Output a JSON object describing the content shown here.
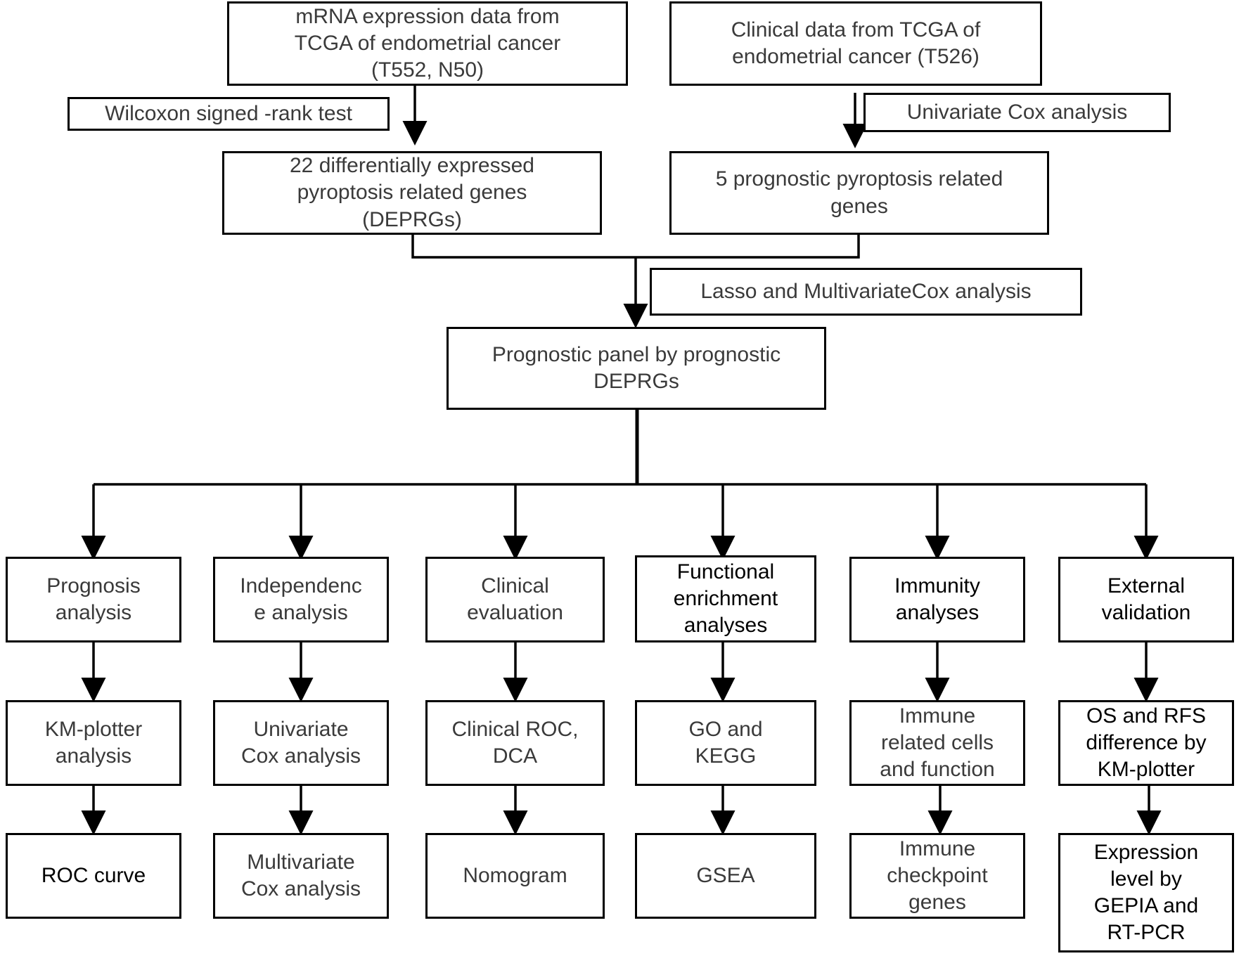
{
  "top": {
    "mrna_source": "mRNA expression  data from\nTCGA of endometrial cancer\n(T552, N50)",
    "clinical_source": "Clinical data from TCGA of\nendometrial cancer (T526)"
  },
  "methods": {
    "wilcoxon": "Wilcoxon signed -rank test",
    "univariate_cox": "Univariate Cox analysis",
    "lasso": "Lasso and MultivariateCox  analysis"
  },
  "results": {
    "deprgs": "22 differentially expressed\npyroptosis  related genes\n(DEPRGs)",
    "prognostic_genes": "5 prognostic  pyroptosis  related\ngenes",
    "panel": "Prognostic panel by prognostic\nDEPRGs"
  },
  "branches": [
    {
      "name": "prognosis",
      "level1": "Prognosis\nanalysis",
      "level2": "KM-plotter\nanalysis",
      "level3": "ROC curve"
    },
    {
      "name": "independence",
      "level1": "Independenc\ne analysis",
      "level2": "Univariate\nCox analysis",
      "level3": "Multivariate\nCox analysis"
    },
    {
      "name": "clinical",
      "level1": "Clinical\nevaluation",
      "level2": "Clinical ROC,\nDCA",
      "level3": "Nomogram"
    },
    {
      "name": "functional",
      "level1": "Functional\nenrichment\nanalyses",
      "level2": "GO and\nKEGG",
      "level3": "GSEA"
    },
    {
      "name": "immunity",
      "level1": "Immunity\nanalyses",
      "level2": "Immune\nrelated cells\nand function",
      "level3": "Immune\ncheckpoint\ngenes"
    },
    {
      "name": "external",
      "level1": "External\nvalidation",
      "level2": "OS and RFS\ndifference by\nKM-plotter",
      "level3": "Expression\nlevel by\nGEPIA and\nRT-PCR"
    }
  ]
}
